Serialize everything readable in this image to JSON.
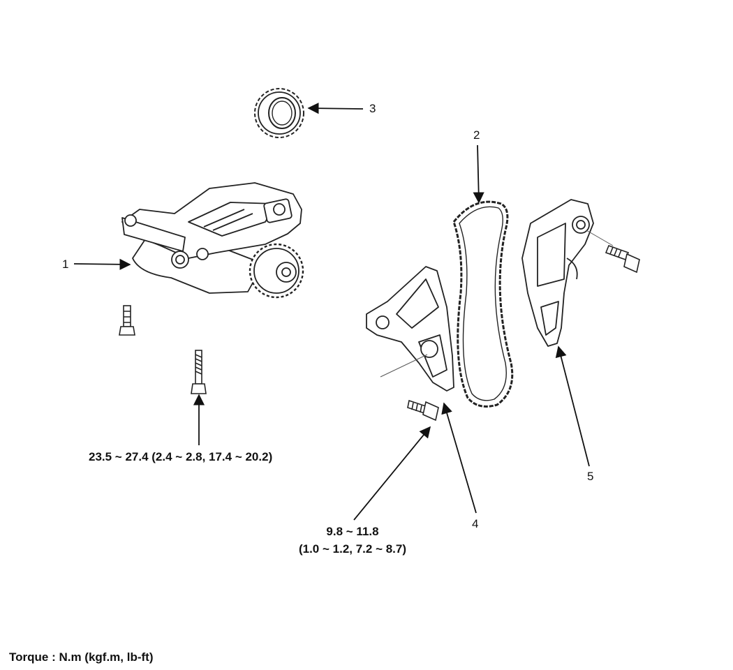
{
  "callouts": {
    "c1": "1",
    "c2": "2",
    "c3": "3",
    "c4": "4",
    "c5": "5"
  },
  "torques": {
    "oil_pump_bolt": "23.5 ~ 27.4 (2.4 ~ 2.8, 17.4 ~ 20.2)",
    "guide_bolt_line1": "9.8 ~ 11.8",
    "guide_bolt_line2": "(1.0 ~ 1.2, 7.2 ~ 8.7)"
  },
  "footer": {
    "torque_units": "Torque : N.m (kgf.m, lb-ft)"
  }
}
